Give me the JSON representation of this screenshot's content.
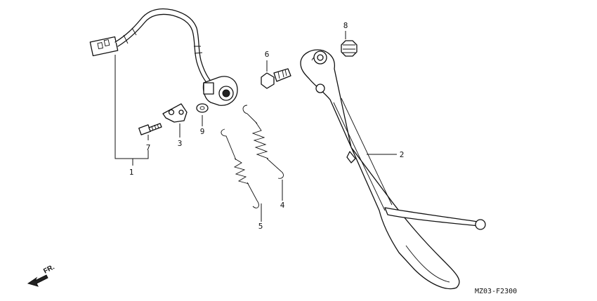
{
  "callouts": [
    {
      "num": "1"
    },
    {
      "num": "2"
    },
    {
      "num": "3"
    },
    {
      "num": "4"
    },
    {
      "num": "5"
    },
    {
      "num": "6"
    },
    {
      "num": "7"
    },
    {
      "num": "8"
    },
    {
      "num": "9"
    }
  ],
  "direction_label": "FR.",
  "diagram_code": "MZ03-F2300"
}
